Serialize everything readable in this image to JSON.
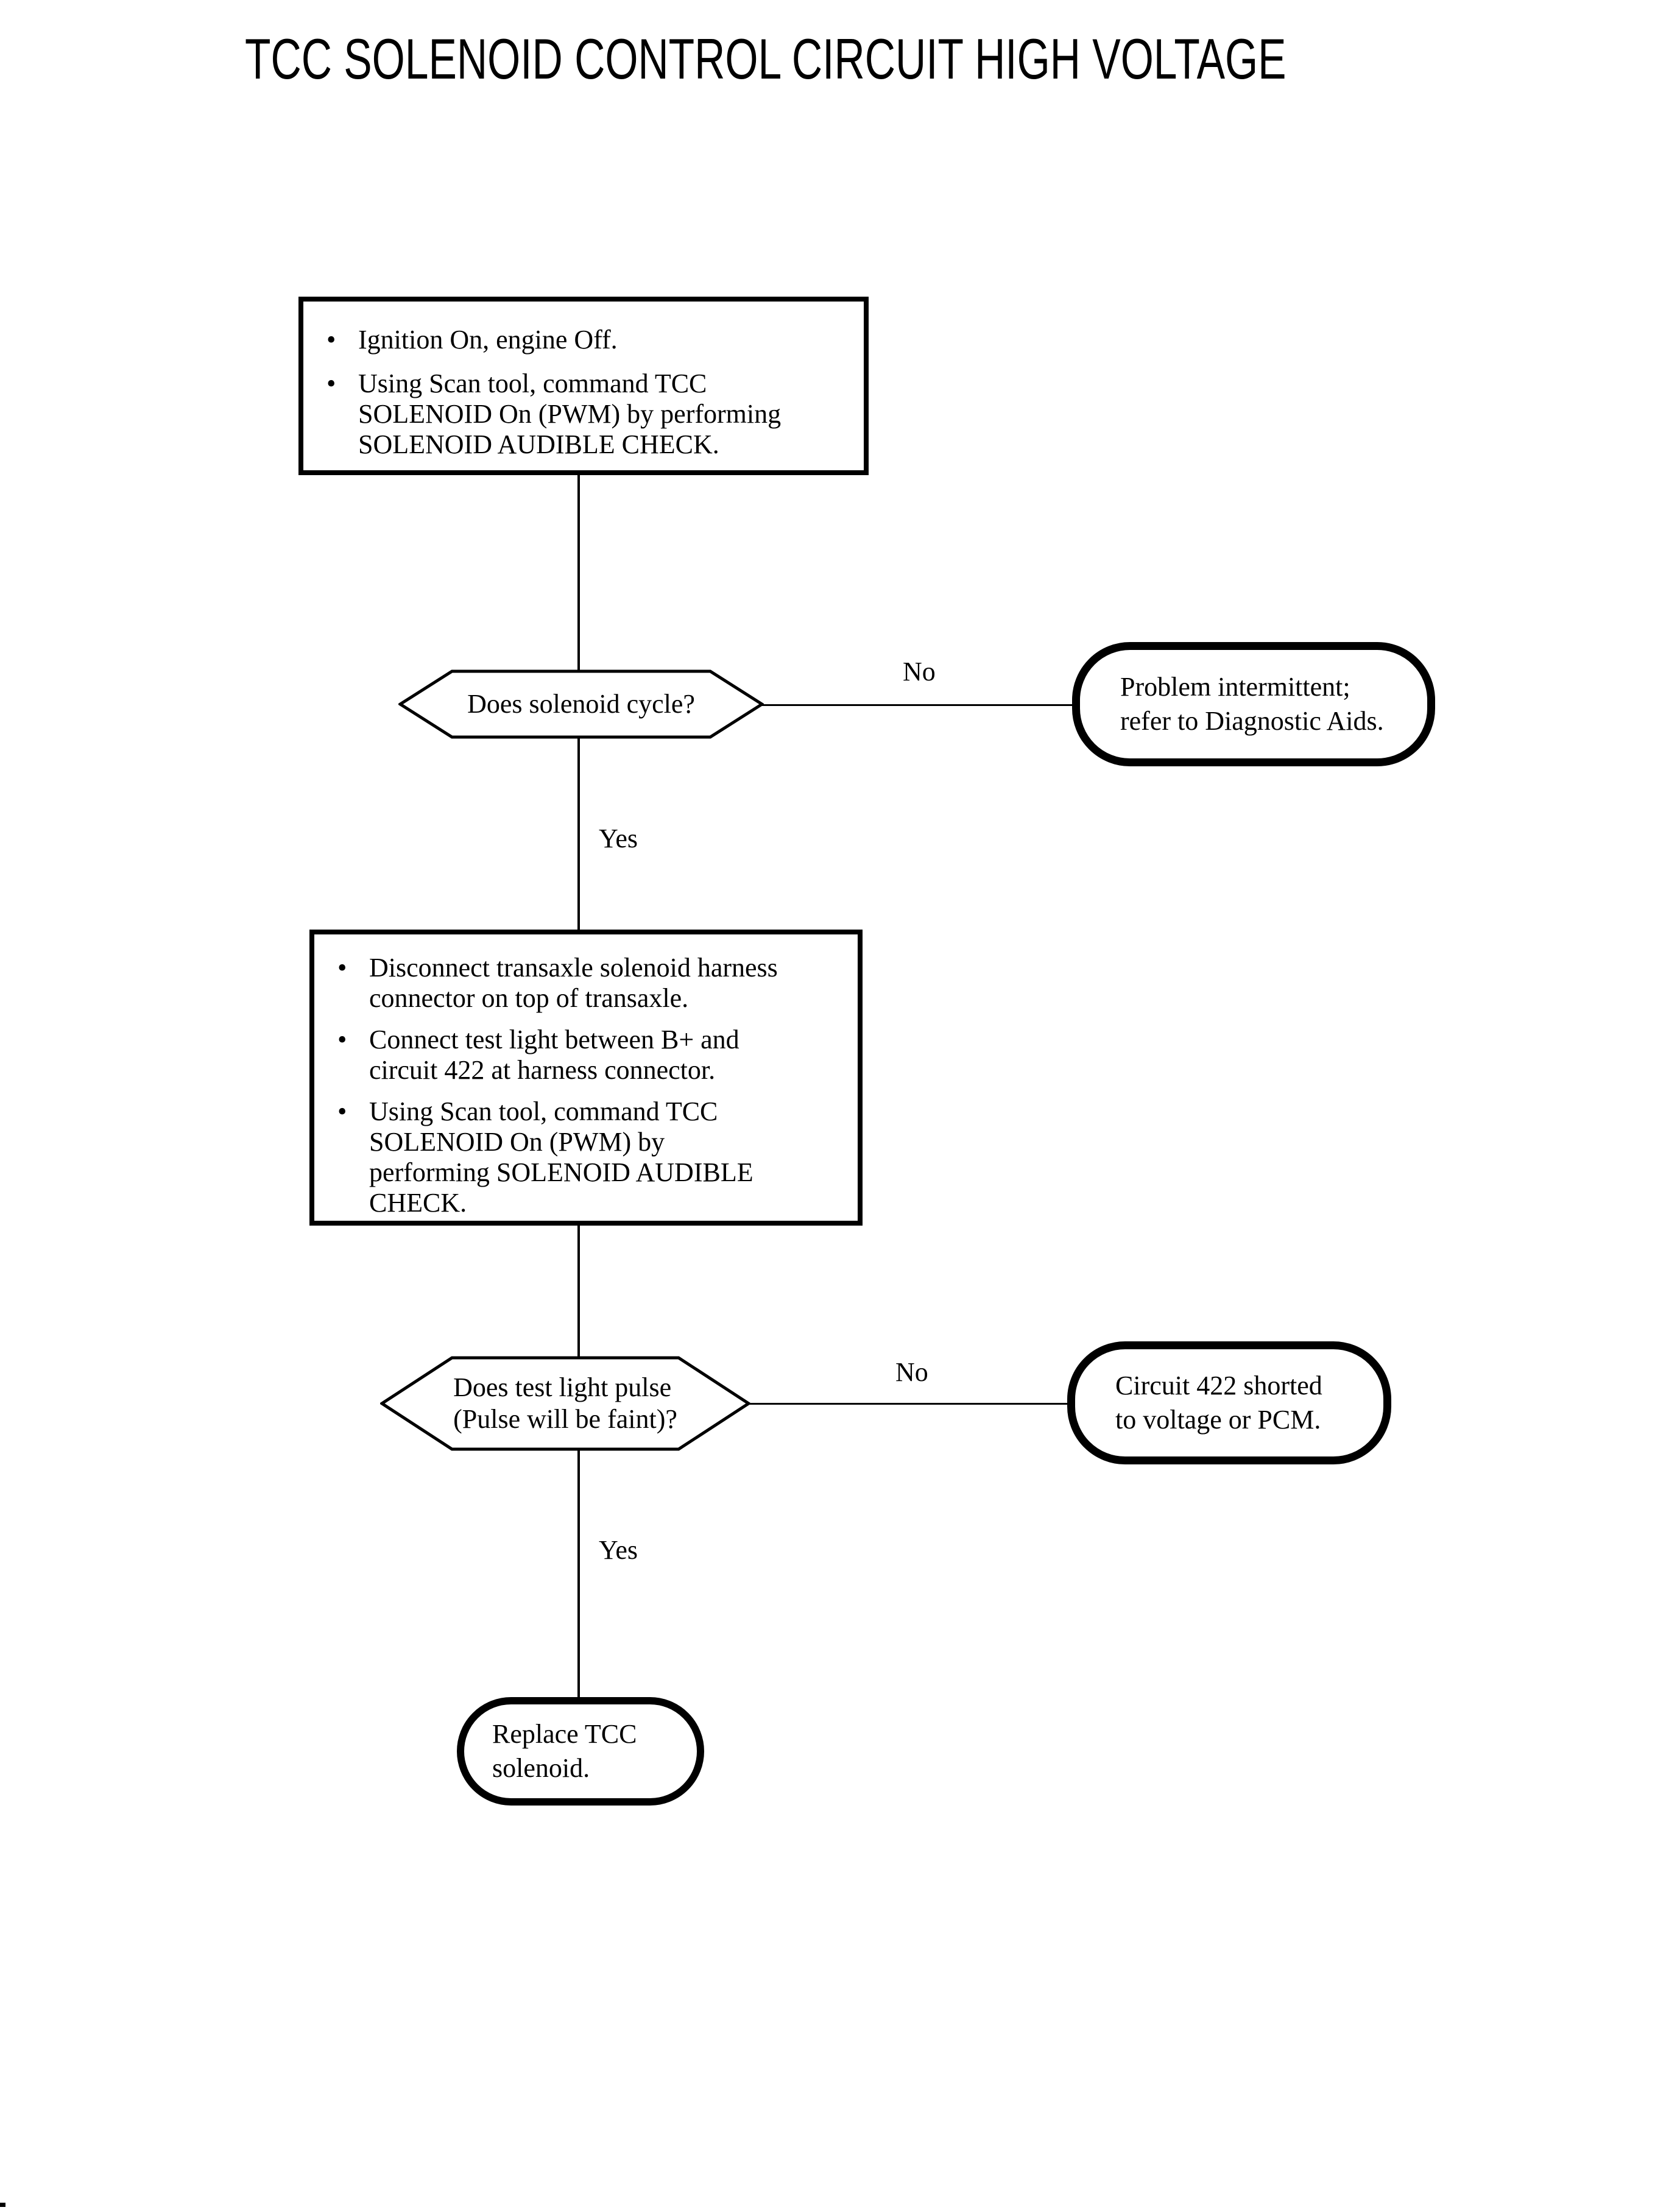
{
  "page": {
    "title": "TCC SOLENOID CONTROL CIRCUIT HIGH VOLTAGE",
    "background_color": "#ffffff",
    "ink_color": "#000000",
    "bullet_char": "•"
  },
  "flow": {
    "step1": {
      "bullets": [
        {
          "lines": [
            "Ignition On, engine Off."
          ]
        },
        {
          "lines": [
            "Using Scan tool, command TCC",
            "SOLENOID On (PWM) by performing",
            "SOLENOID AUDIBLE CHECK."
          ]
        }
      ]
    },
    "decision1": {
      "question_lines": [
        "Does solenoid cycle?"
      ],
      "no_label": "No",
      "yes_label": "Yes"
    },
    "result1": {
      "lines": [
        "Problem intermittent;",
        "refer to Diagnostic Aids."
      ]
    },
    "step2": {
      "bullets": [
        {
          "lines": [
            "Disconnect transaxle solenoid harness",
            "connector on top of transaxle."
          ]
        },
        {
          "lines": [
            "Connect test light between B+ and",
            "circuit 422 at harness connector."
          ]
        },
        {
          "lines": [
            "Using Scan tool, command TCC",
            "SOLENOID On (PWM) by",
            "performing SOLENOID AUDIBLE",
            "CHECK."
          ]
        }
      ]
    },
    "decision2": {
      "question_lines": [
        "Does test light pulse",
        "(Pulse will be faint)?"
      ],
      "no_label": "No",
      "yes_label": "Yes"
    },
    "result2": {
      "lines": [
        "Circuit 422 shorted",
        "to voltage or PCM."
      ]
    },
    "result3": {
      "lines": [
        "Replace TCC",
        "solenoid."
      ]
    }
  }
}
